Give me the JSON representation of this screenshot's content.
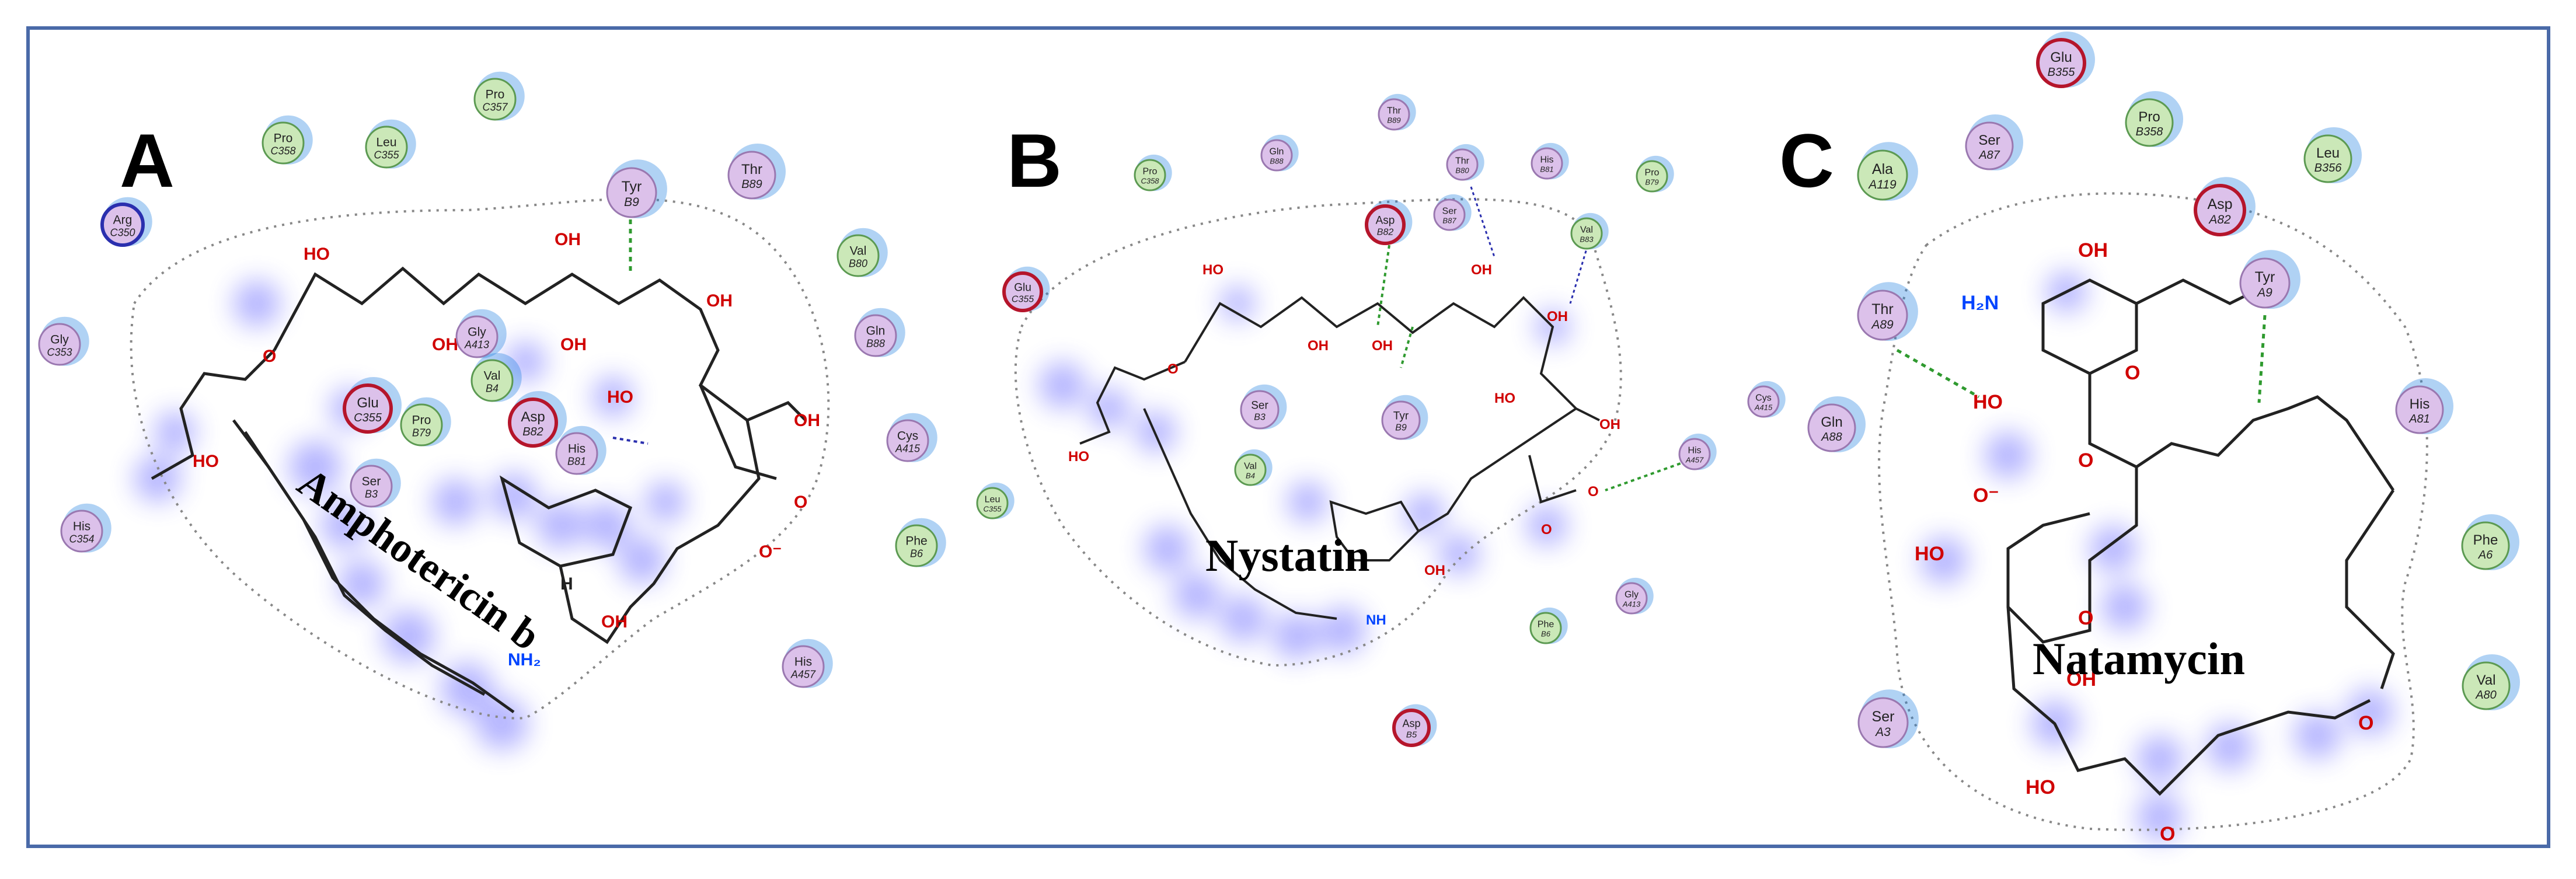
{
  "colors": {
    "border": "#4a6aa8",
    "hydrophobic": "#cbe8b8",
    "polar": "#dcc1ea",
    "acidic_ring": "#b5152b",
    "basic_ring": "#2a2fae",
    "exposure": "#1e7fe0",
    "glow": "#5a5aff",
    "bond": "#222222",
    "oxygen": "#d00000",
    "nitrogen": "#0044ff",
    "hbond": "#2f9a2f"
  },
  "panels": [
    {
      "letter": "A",
      "molecule": "Amphotericin b",
      "residues": [
        {
          "name": "Pro",
          "id": "C358",
          "type": "hydrophobic"
        },
        {
          "name": "Leu",
          "id": "C355",
          "type": "hydrophobic"
        },
        {
          "name": "Pro",
          "id": "C357",
          "type": "hydrophobic"
        },
        {
          "name": "Tyr",
          "id": "B9",
          "type": "polar"
        },
        {
          "name": "Thr",
          "id": "B89",
          "type": "polar"
        },
        {
          "name": "Arg",
          "id": "C350",
          "type": "basic"
        },
        {
          "name": "Val",
          "id": "B80",
          "type": "hydrophobic"
        },
        {
          "name": "Gly",
          "id": "C353",
          "type": "polar"
        },
        {
          "name": "Gln",
          "id": "B88",
          "type": "polar"
        },
        {
          "name": "Gly",
          "id": "A413",
          "type": "polar"
        },
        {
          "name": "Val",
          "id": "B4",
          "type": "hydrophobic"
        },
        {
          "name": "Glu",
          "id": "C355",
          "type": "acidic"
        },
        {
          "name": "Pro",
          "id": "B79",
          "type": "hydrophobic"
        },
        {
          "name": "Asp",
          "id": "B82",
          "type": "acidic"
        },
        {
          "name": "His",
          "id": "B81",
          "type": "polar"
        },
        {
          "name": "Cys",
          "id": "A415",
          "type": "polar"
        },
        {
          "name": "His",
          "id": "C354",
          "type": "polar"
        },
        {
          "name": "Ser",
          "id": "B3",
          "type": "polar"
        },
        {
          "name": "Phe",
          "id": "B6",
          "type": "hydrophobic"
        },
        {
          "name": "His",
          "id": "A457",
          "type": "polar"
        }
      ]
    },
    {
      "letter": "B",
      "molecule": "Nystatin",
      "residues": [
        {
          "name": "Thr",
          "id": "B89",
          "type": "polar"
        },
        {
          "name": "Pro",
          "id": "C358",
          "type": "hydrophobic"
        },
        {
          "name": "Gln",
          "id": "B88",
          "type": "polar"
        },
        {
          "name": "Thr",
          "id": "B80",
          "type": "polar"
        },
        {
          "name": "His",
          "id": "B81",
          "type": "polar"
        },
        {
          "name": "Pro",
          "id": "B79",
          "type": "hydrophobic"
        },
        {
          "name": "Asp",
          "id": "B82",
          "type": "acidic"
        },
        {
          "name": "Ser",
          "id": "B87",
          "type": "polar"
        },
        {
          "name": "Val",
          "id": "B83",
          "type": "hydrophobic"
        },
        {
          "name": "Glu",
          "id": "C355",
          "type": "acidic"
        },
        {
          "name": "Ser",
          "id": "B3",
          "type": "polar"
        },
        {
          "name": "Tyr",
          "id": "B9",
          "type": "polar"
        },
        {
          "name": "Cys",
          "id": "A415",
          "type": "polar"
        },
        {
          "name": "Val",
          "id": "B4",
          "type": "hydrophobic"
        },
        {
          "name": "His",
          "id": "A457",
          "type": "polar"
        },
        {
          "name": "Leu",
          "id": "C355",
          "type": "hydrophobic"
        },
        {
          "name": "Phe",
          "id": "B6",
          "type": "hydrophobic"
        },
        {
          "name": "Gly",
          "id": "A413",
          "type": "polar"
        },
        {
          "name": "Asp",
          "id": "B5",
          "type": "acidic"
        }
      ]
    },
    {
      "letter": "C",
      "molecule": "Natamycin",
      "residues": [
        {
          "name": "Glu",
          "id": "B355",
          "type": "acidic"
        },
        {
          "name": "Ala",
          "id": "A119",
          "type": "hydrophobic"
        },
        {
          "name": "Ser",
          "id": "A87",
          "type": "polar"
        },
        {
          "name": "Pro",
          "id": "B358",
          "type": "hydrophobic"
        },
        {
          "name": "Leu",
          "id": "B356",
          "type": "hydrophobic"
        },
        {
          "name": "Asp",
          "id": "A82",
          "type": "acidic"
        },
        {
          "name": "Thr",
          "id": "A89",
          "type": "polar"
        },
        {
          "name": "Tyr",
          "id": "A9",
          "type": "polar"
        },
        {
          "name": "Gln",
          "id": "A88",
          "type": "polar"
        },
        {
          "name": "His",
          "id": "A81",
          "type": "polar"
        },
        {
          "name": "Phe",
          "id": "A6",
          "type": "hydrophobic"
        },
        {
          "name": "Val",
          "id": "A80",
          "type": "hydrophobic"
        },
        {
          "name": "Ser",
          "id": "A3",
          "type": "polar"
        }
      ]
    }
  ]
}
